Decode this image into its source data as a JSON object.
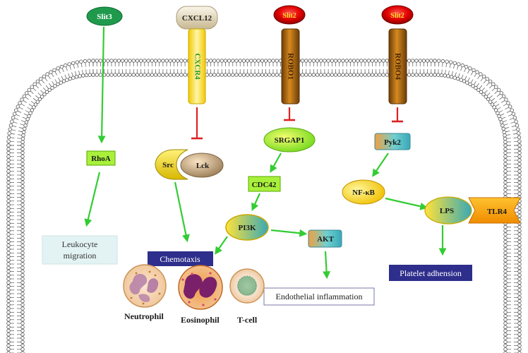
{
  "ligands": {
    "slit3": "Slit3",
    "cxcl12": "CXCL12",
    "slit2_left": "Slit2",
    "slit2_right": "Slit2"
  },
  "receptors": {
    "cxcr4": "CXCR4",
    "robo1": "ROBO1",
    "robo4": "ROBO4",
    "tlr4": "TLR4"
  },
  "nodes": {
    "rhoa": "RhoA",
    "src": "Src",
    "lck": "Lck",
    "srgap1": "SRGAP1",
    "cdc42": "CDC42",
    "pi3k": "PI3K",
    "akt": "AKT",
    "pyk2": "Pyk2",
    "nfkb": "NF-κB",
    "lps": "LPS"
  },
  "outcomes": {
    "leukocyte_line1": "Leukocyte",
    "leukocyte_line2": "migration",
    "chemotaxis": "Chemotaxis",
    "endothelial": "Endothelial inflammation",
    "platelet": "Platelet adhension"
  },
  "cells": {
    "neutrophil": "Neutrophil",
    "eosinophil": "Eosinophil",
    "tcell": "T-cell"
  },
  "colors": {
    "activation": "#33cc33",
    "inhibition": "#dd2222",
    "outcome_box": "#2e2e8c",
    "leukocyte_box": "#e3f3f3",
    "membrane": "#555555"
  }
}
